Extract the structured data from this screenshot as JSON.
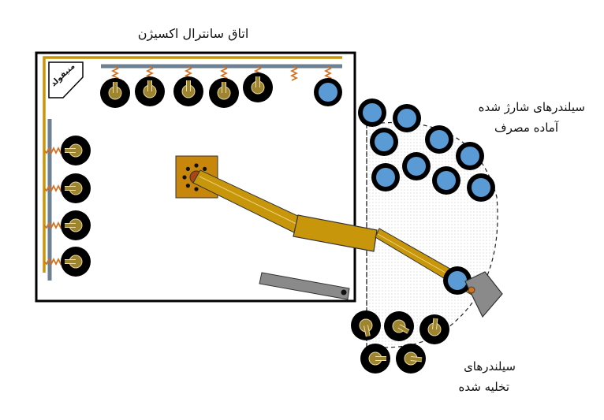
{
  "labels": {
    "room_title": "اتاق سانترال اکسیژن",
    "manifold": "منیفولد",
    "charged_line1": "سیلندرهای شارژ شده",
    "charged_line2": "آماده مصرف",
    "empty_line1": "سیلندرهای",
    "empty_line2": "تخلیه شده"
  },
  "colors": {
    "brass": "#c8960a",
    "pipe_steel": "#6e8193",
    "hose": "#d2711f",
    "cylinder_body": "#000000",
    "cylinder_charged": "#5b9bd5",
    "cylinder_valve": "#9c8430",
    "base_plate": "#c8860a",
    "base_rod": "#a54716",
    "gray_part": "#8a8a8a"
  },
  "counts": {
    "room_top_cylinders": 5,
    "room_left_cylinders": 4,
    "charged_outside": 9,
    "empty_outside": 5
  }
}
